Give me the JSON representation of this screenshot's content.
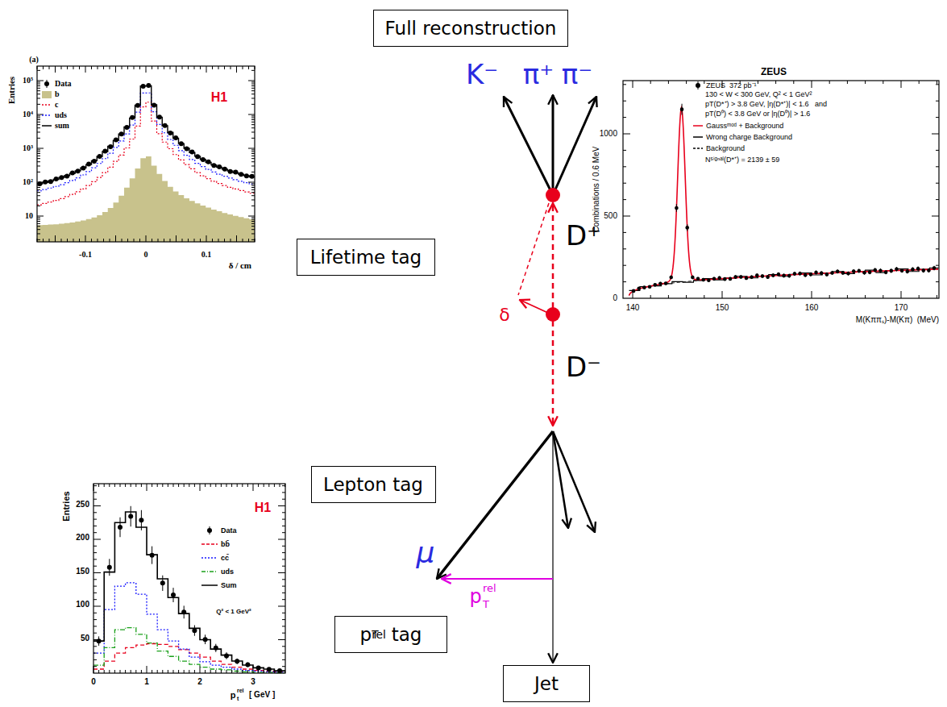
{
  "diagram": {
    "nodes": [
      {
        "text": [
          "Full reconstruction"
        ]
      },
      {
        "text": [
          "Lifetime tag"
        ]
      },
      {
        "text": [
          "Lepton tag"
        ]
      },
      {
        "text": [
          "p",
          "T",
          "rel",
          "tag"
        ]
      },
      {
        "text": [
          "Jet"
        ]
      }
    ],
    "labels": [
      "K⁻",
      "π⁺",
      "π⁻",
      "D⁺",
      "δ",
      "D⁻",
      "μ",
      "p",
      "T",
      "rel",
      "(a)",
      "Entries",
      "10⁵",
      "10⁴",
      "10³",
      "10²",
      "10",
      "H1",
      "-0.1",
      "0",
      "0.1",
      "δ / cm",
      "ZEUS",
      "130 < W < 300 GeV, Q² < 1 GeV²",
      "pT(D*⁺) > 3.8 GeV, |η(D*⁺)| < 1.6   and",
      "pT(D⁰) < 3.8 GeV or |η(D⁰)| > 1.6",
      "Nˢⁱᵍⁿᵃˡ(D*⁺) = 2139 ± 59",
      "Combinations / 0.6 MeV",
      "1000",
      "500",
      "0",
      "140",
      "150",
      "160",
      "170",
      "M(Kππₛ)-M(Kπ)  (MeV)",
      "Entries",
      "250",
      "200",
      "150",
      "100",
      "50",
      "H1",
      "Q² < 1 GeV²",
      "0",
      "1",
      "2",
      "3",
      "p",
      "t",
      "rel",
      "[ GeV ]"
    ],
    "legend": [
      {
        "text": "Data"
      },
      {
        "text": "b",
        "color": "#c8c28c"
      },
      {
        "text": "c"
      },
      {
        "text": "uds"
      },
      {
        "text": "sum"
      },
      {
        "text": "ZEUS  372 pb⁻¹"
      },
      {
        "text": "Gaussᵐᵒᵈ + Background"
      },
      {
        "text": "Wrong charge Background"
      },
      {
        "text": "Background"
      },
      {
        "text": "Data"
      },
      {
        "text": "bb̄"
      },
      {
        "text": "cc̄"
      },
      {
        "text": "uds"
      },
      {
        "text": "Sum"
      }
    ]
  }
}
